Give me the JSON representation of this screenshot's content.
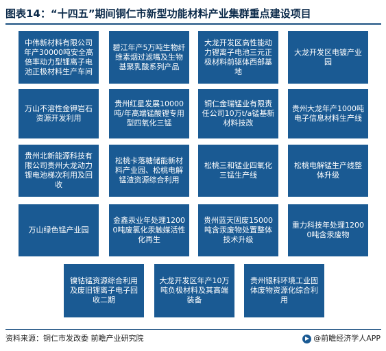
{
  "title": "图表14：“十四五”期间铜仁市新型功能材料产业集群重点建设项目",
  "projects": [
    "中伟新材料有限公司年产30000吨安全高倍率动力型锂离子电池正极材料生产车间",
    "碧江年产5万吨生物纤维素烟过滤嘴及生物基聚乳酸系列产品",
    "大龙开发区高性能动力锂离子电池三元正极材料前驱体西部基地",
    "大龙开发区电镀产业园",
    "万山不溶性金钾岩石资源开发利用",
    "贵州红星发展10000吨/年高端锰酸锂专用型四氧化三锰",
    "铜仁金瑞锰业有限责任公司10万t/a锰基新材料技改",
    "贵州大龙年产1000吨电子信息材料生产线",
    "贵州北新能源科技有限公司贵州大龙动力锂电池梯次利用及回收",
    "松桃卡落糖储能新材料产业园、松桃电解锰渣资源综合利用",
    "松桃三和锰业四氧化三锰生产线",
    "松桃电解锰生产线整体升级",
    "万山绿色锰产业园",
    "金鑫汞业年处理12000吨废氯化汞触媒活性化再生",
    "贵州蓝天固废15000吨含汞废物处置整体技术升级",
    "重力科技年处理12000吨含汞废物",
    "镍钴锰资源综合利用及废旧锂离子电子回收二期",
    "大龙开发区年产10万吨负极材料及其高端装备",
    "贵州银科环境工业固体废物资源化综合利用"
  ],
  "source": "资料来源：铜仁市发改委 前瞻产业研究院",
  "brand": "@前瞻经济学人APP"
}
